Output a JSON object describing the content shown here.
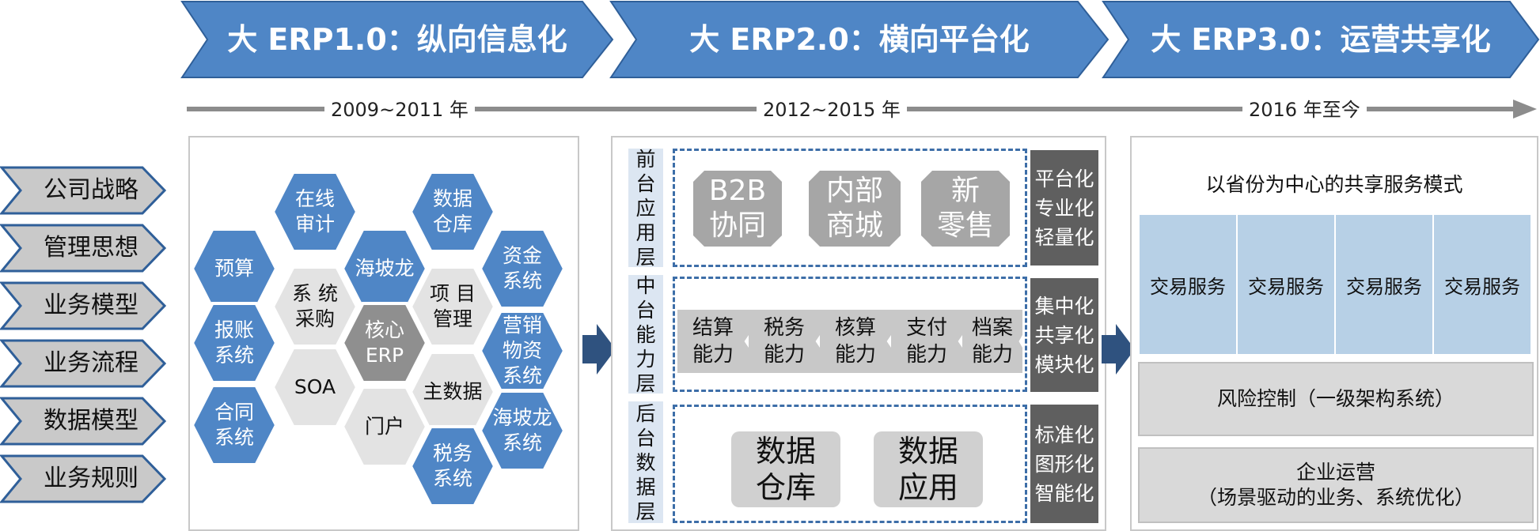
{
  "chart_data": {
    "type": "diagram",
    "stages": [
      {
        "title": "大 ERP1.0：纵向信息化",
        "period": "2009~2011 年"
      },
      {
        "title": "大 ERP2.0：横向平台化",
        "period": "2012~2015 年"
      },
      {
        "title": "大 ERP3.0：运营共享化",
        "period": "2016 年至今"
      }
    ],
    "left_items": [
      "公司战略",
      "管理思想",
      "业务模型",
      "业务流程",
      "数据模型",
      "业务规则"
    ],
    "hexagons": [
      {
        "label": "在线\n审计",
        "style": "blue"
      },
      {
        "label": "数据\n仓库",
        "style": "blue"
      },
      {
        "label": "预算",
        "style": "blue"
      },
      {
        "label": "海坡龙",
        "style": "blue"
      },
      {
        "label": "资金\n系统",
        "style": "blue"
      },
      {
        "label": "系 统\n采购",
        "style": "light"
      },
      {
        "label": "项 目\n管理",
        "style": "light"
      },
      {
        "label": "报账\n系统",
        "style": "blue"
      },
      {
        "label": "核心\nERP",
        "style": "core"
      },
      {
        "label": "营销\n物资\n系统",
        "style": "blue"
      },
      {
        "label": "SOA",
        "style": "light"
      },
      {
        "label": "主数据",
        "style": "light"
      },
      {
        "label": "合同\n系统",
        "style": "blue"
      },
      {
        "label": "门户",
        "style": "light"
      },
      {
        "label": "海坡龙\n系统",
        "style": "blue"
      },
      {
        "label": "税务\n系统",
        "style": "blue"
      }
    ],
    "layers": [
      {
        "label": "前\n台\n应\n用\n层",
        "items": [
          "B2B\n协同",
          "内部\n商城",
          "新\n零售"
        ],
        "side": "平台化\n专业化\n轻量化"
      },
      {
        "label": "中\n台\n能\n力\n层",
        "items": [
          "结算\n能力",
          "税务\n能力",
          "核算\n能力",
          "支付\n能力",
          "档案\n能力"
        ],
        "side": "集中化\n共享化\n模块化"
      },
      {
        "label": "后\n台\n数\n据\n层",
        "items": [
          "数据\n仓库",
          "数据\n应用"
        ],
        "side": "标准化\n图形化\n智能化"
      }
    ],
    "stage3": {
      "header": "以省份为中心的共享服务模式",
      "services": [
        "交易服务",
        "交易服务",
        "交易服务",
        "交易服务"
      ],
      "risk": "风险控制（一级架构系统）",
      "ops": "企业运营\n（场景驱动的业务、系统优化）"
    },
    "colors": {
      "blue": "#4f86c6",
      "navy": "#2f527f",
      "gray": "#c9c9c9",
      "dark": "#5f5f5f"
    }
  }
}
